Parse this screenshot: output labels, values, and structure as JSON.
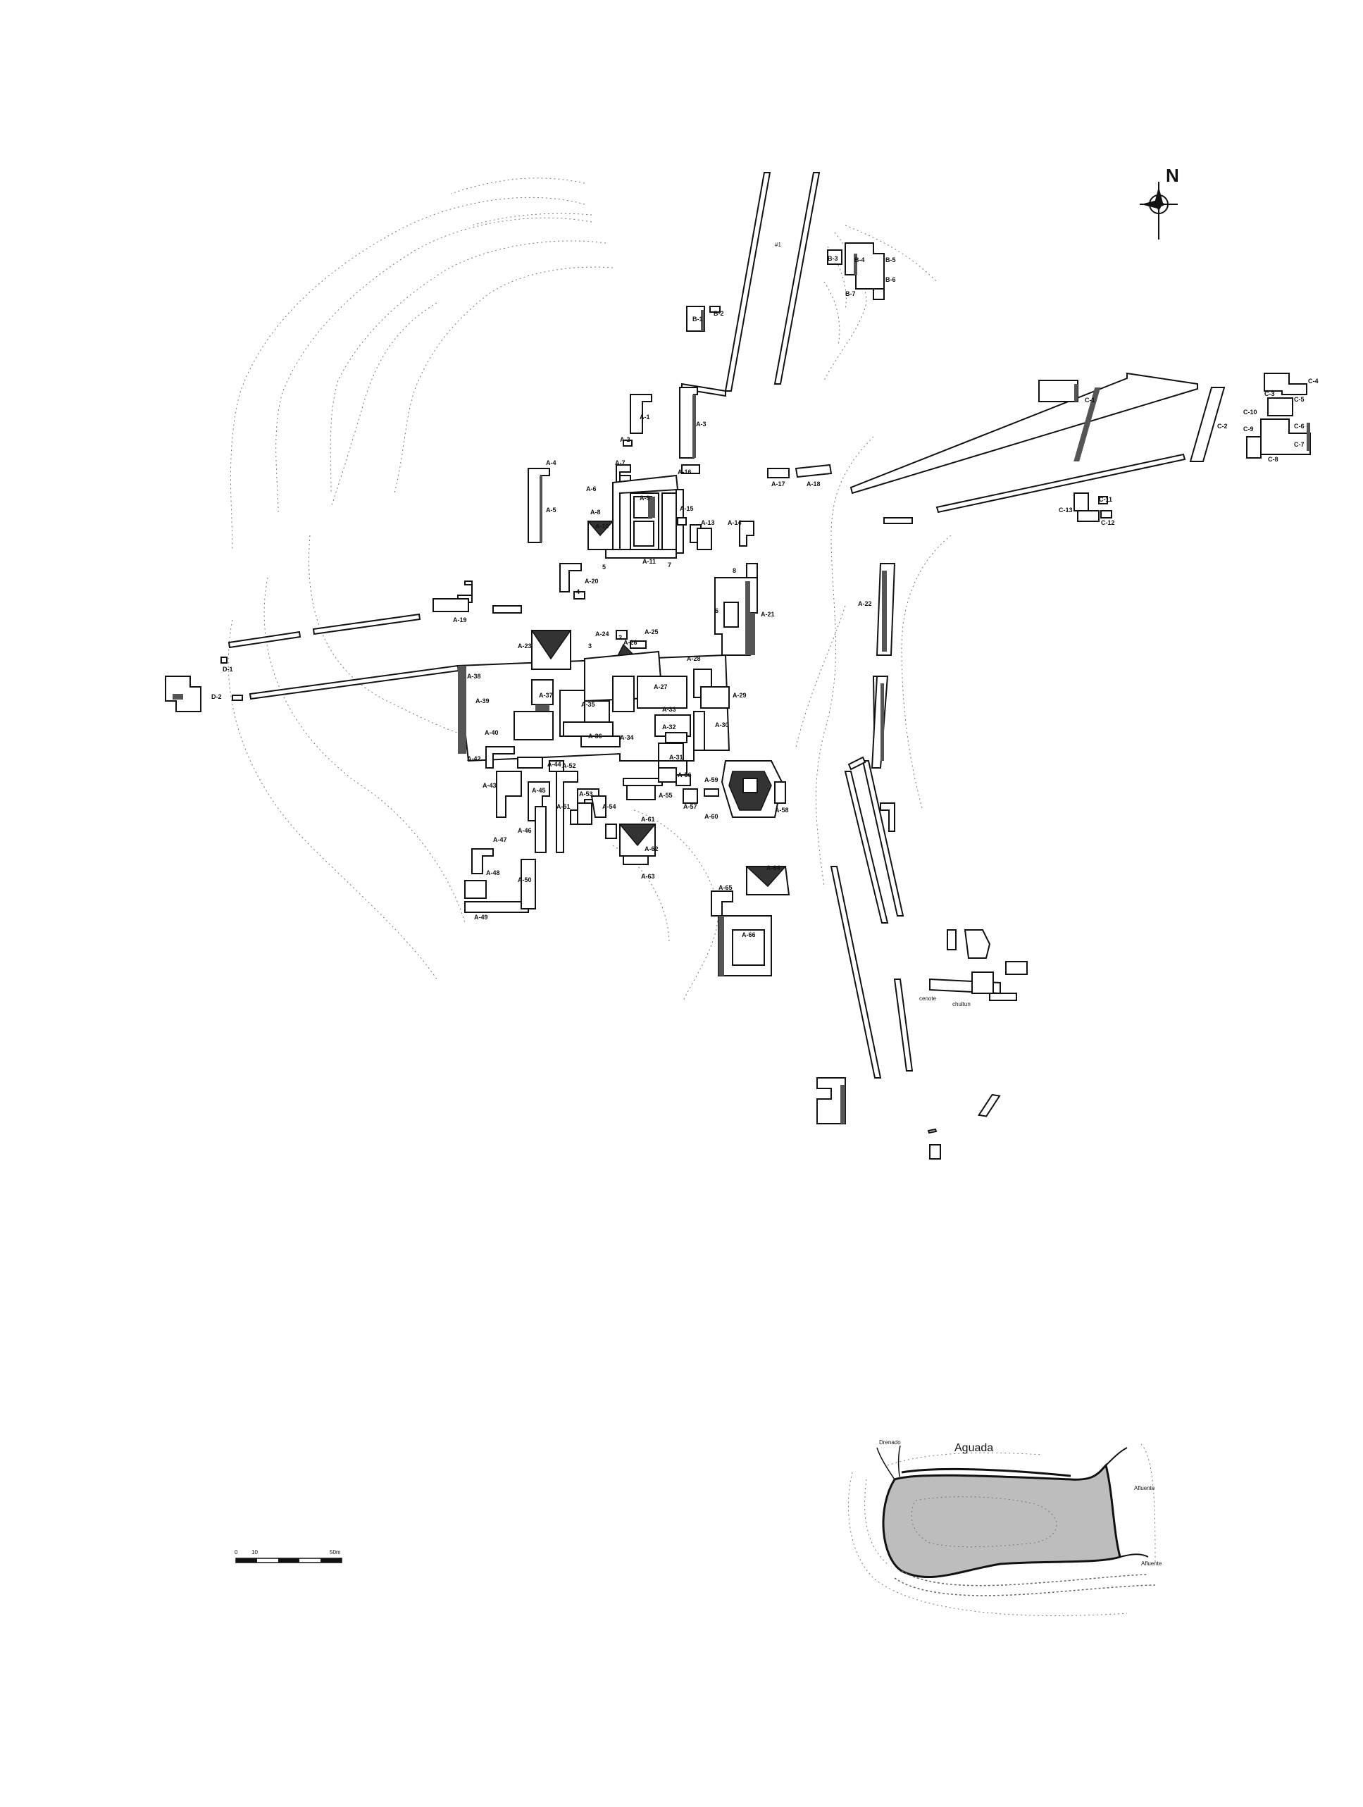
{
  "map": {
    "compass_label": "N",
    "north_marker": "#1",
    "groups": {
      "A": [
        "A-1",
        "A-2",
        "A-3",
        "A-4",
        "A-5",
        "A-6",
        "A-7",
        "A-8",
        "A-9",
        "A-10",
        "A-11",
        "A-13",
        "A-14",
        "A-15",
        "A-16",
        "A-17",
        "A-18",
        "A-19",
        "A-20",
        "A-21",
        "A-22",
        "A-23",
        "A-24",
        "A-25",
        "A-26",
        "A-27",
        "A-28",
        "A-29",
        "A-30",
        "A-31",
        "A-32",
        "A-33",
        "A-34",
        "A-35",
        "A-36",
        "A-37",
        "A-38",
        "A-39",
        "A-40",
        "A-42",
        "A-43",
        "A-44",
        "A-45",
        "A-46",
        "A-47",
        "A-48",
        "A-49",
        "A-50",
        "A-51",
        "A-52",
        "A-53",
        "A-54",
        "A-55",
        "A-56",
        "A-57",
        "A-58",
        "A-59",
        "A-60",
        "A-61",
        "A-62",
        "A-63",
        "A-64",
        "A-65",
        "A-66"
      ],
      "B": [
        "B-1",
        "B-2",
        "B-3",
        "B-4",
        "B-5",
        "B-6",
        "B-7"
      ],
      "C": [
        "C-1",
        "C-2",
        "C-3",
        "C-4",
        "C-5",
        "C-6",
        "C-7",
        "C-8",
        "C-9",
        "C-10",
        "C-11",
        "C-12",
        "C-13"
      ],
      "D": [
        "D-1",
        "D-2"
      ]
    },
    "stelae": [
      "2",
      "3",
      "4",
      "5",
      "6",
      "7",
      "8"
    ],
    "features": {
      "chultun": "chultun",
      "cenote": "cenote"
    },
    "aguada": {
      "title": "Aguada",
      "outlet": "Drenado",
      "inlet_1": "Afluente",
      "inlet_2": "Afluente"
    },
    "scale_bar": {
      "start": "0",
      "mid": "10",
      "end": "50m"
    },
    "colors": {
      "ink": "#111111",
      "shade": "#555555",
      "water": "#bdbdbd",
      "contour": "#777777"
    }
  }
}
